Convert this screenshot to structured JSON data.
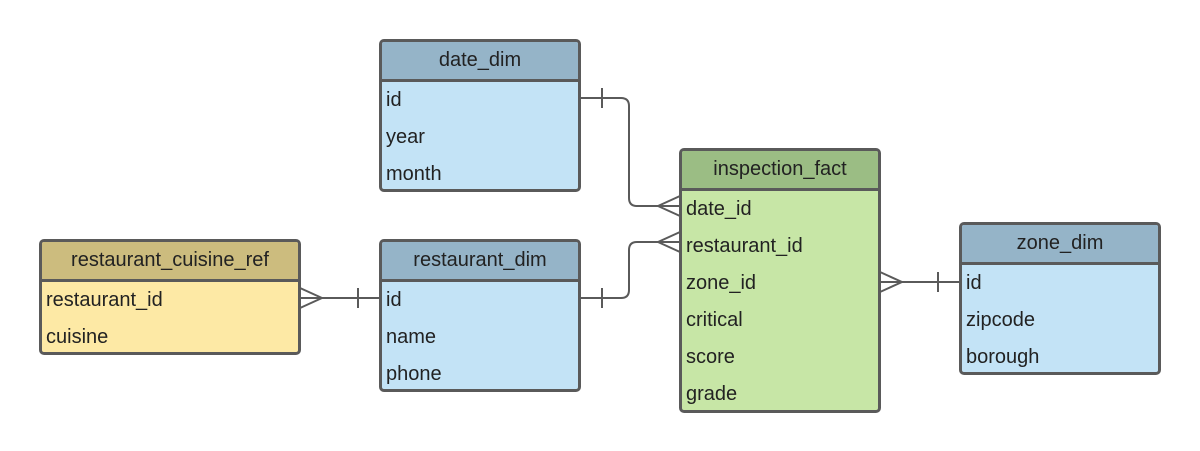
{
  "entities": {
    "date_dim": {
      "title": "date_dim",
      "fields": [
        "id",
        "year",
        "month"
      ]
    },
    "restaurant_dim": {
      "title": "restaurant_dim",
      "fields": [
        "id",
        "name",
        "phone"
      ]
    },
    "restaurant_cuisine_ref": {
      "title": "restaurant_cuisine_ref",
      "fields": [
        "restaurant_id",
        "cuisine"
      ]
    },
    "inspection_fact": {
      "title": "inspection_fact",
      "fields": [
        "date_id",
        "restaurant_id",
        "zone_id",
        "critical",
        "score",
        "grade"
      ]
    },
    "zone_dim": {
      "title": "zone_dim",
      "fields": [
        "id",
        "zipcode",
        "borough"
      ]
    }
  },
  "relationships": [
    {
      "from": "date_dim.id",
      "to": "inspection_fact.date_id",
      "from_end": "one",
      "to_end": "many"
    },
    {
      "from": "restaurant_dim.id",
      "to": "inspection_fact.restaurant_id",
      "from_end": "one",
      "to_end": "many"
    },
    {
      "from": "zone_dim.id",
      "to": "inspection_fact.zone_id",
      "from_end": "one",
      "to_end": "many"
    },
    {
      "from": "restaurant_dim.id",
      "to": "restaurant_cuisine_ref.restaurant_id",
      "from_end": "one",
      "to_end": "many"
    }
  ],
  "colors": {
    "dim_header": "#95b4c8",
    "dim_body": "#c3e3f6",
    "fact_header": "#9bbd84",
    "fact_body": "#c7e6a6",
    "ref_header": "#ccbc7e",
    "ref_body": "#fde9a5",
    "border": "#5a5a5a"
  }
}
